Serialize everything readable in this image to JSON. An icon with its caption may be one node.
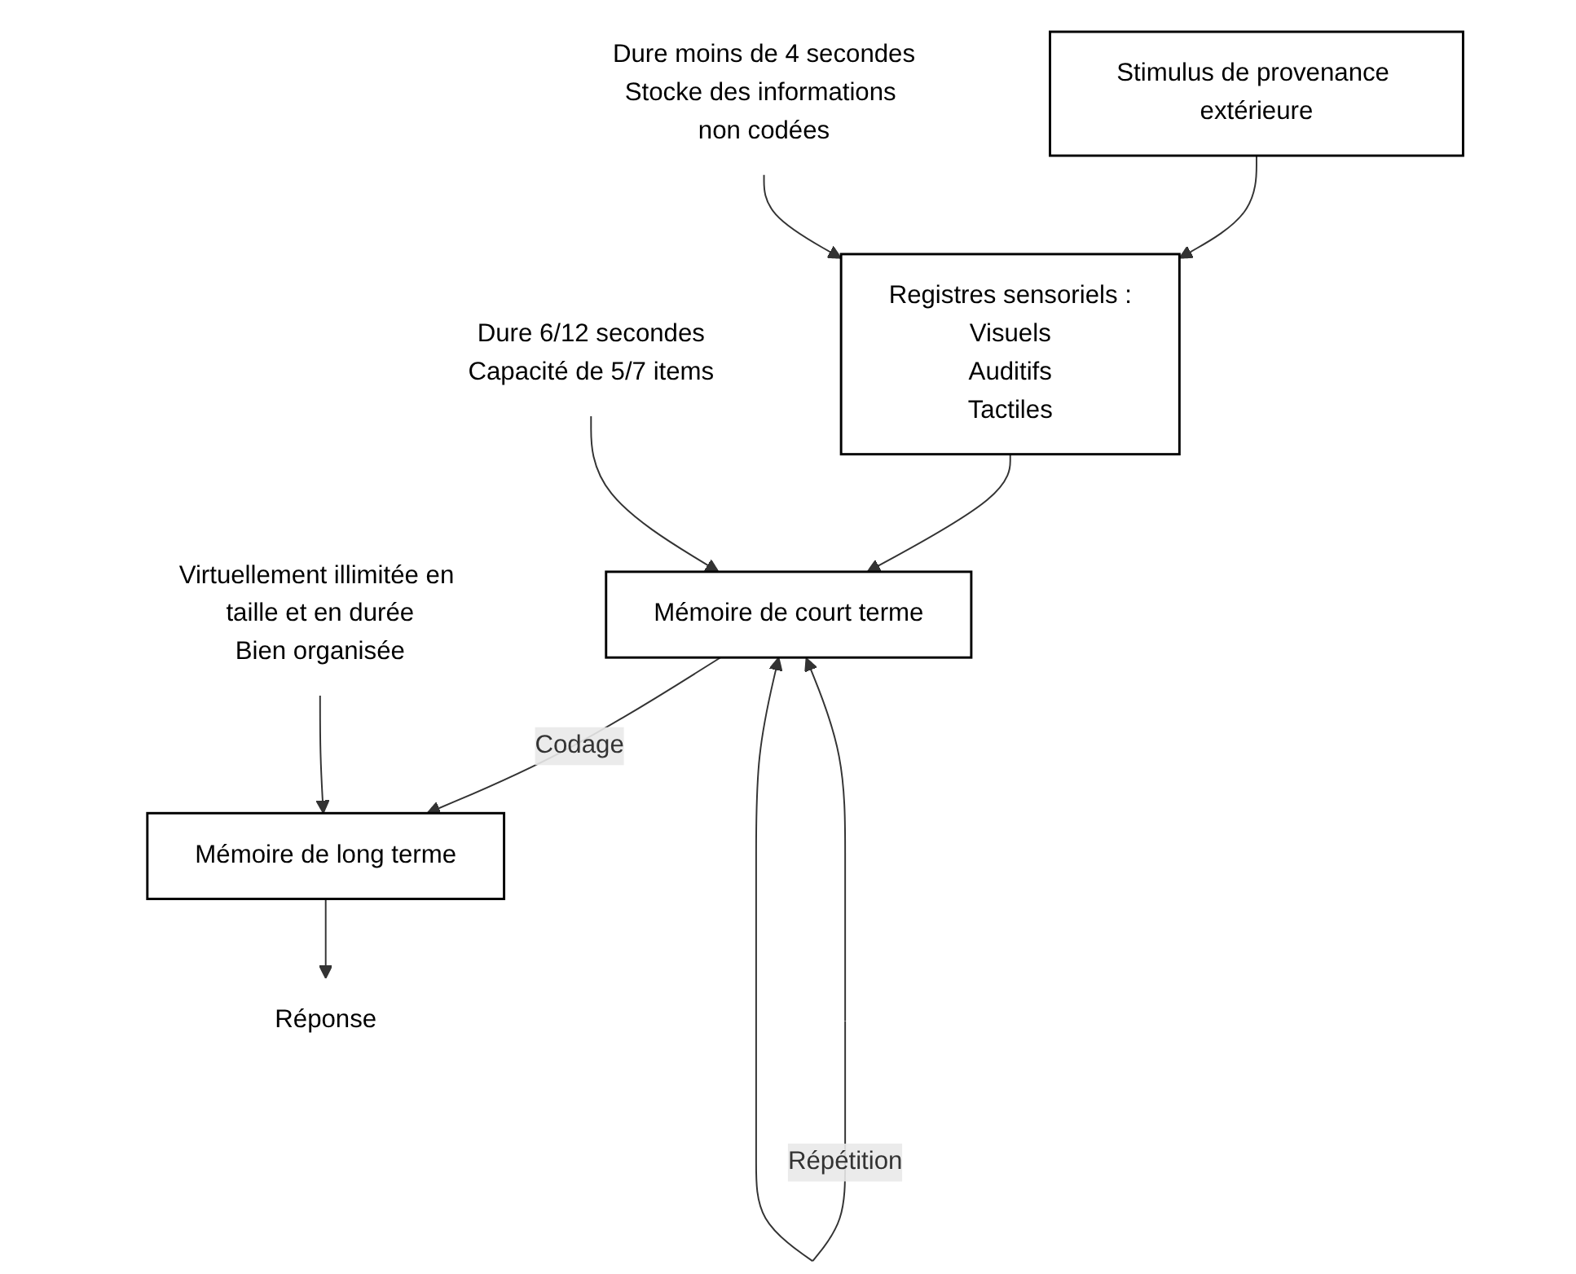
{
  "diagram": {
    "nodes": [
      {
        "text": [
          "Stimulus de provenance extérieure"
        ]
      },
      {
        "text": [
          "Registres sensoriels :",
          "Visuels",
          "Auditifs",
          "Tactiles"
        ]
      },
      {
        "text": [
          "Mémoire de court terme"
        ]
      },
      {
        "text": [
          "Mémoire de long terme"
        ]
      },
      {
        "text": [
          "Réponse"
        ]
      },
      {
        "text": [
          "Dure moins de 4 secondes",
          "Stocke des informations non codées"
        ]
      },
      {
        "text": [
          "Dure 6/12 secondes",
          "Capacité de 5/7 items"
        ]
      },
      {
        "text": [
          "Virtuellement illimitée en taille et en durée",
          "Bien organisée"
        ]
      }
    ],
    "edges": [
      {
        "from": 0,
        "to": 1,
        "arrow": "to"
      },
      {
        "from": 1,
        "to": 2,
        "arrow": "to"
      },
      {
        "from": 2,
        "to": 2,
        "arrow": "both",
        "label": "Répétition"
      },
      {
        "from": 2,
        "to": 3,
        "arrow": "to",
        "label": "Codage"
      },
      {
        "from": 3,
        "to": 4,
        "arrow": "to"
      },
      {
        "from": 5,
        "to": 1,
        "arrow": "to"
      },
      {
        "from": 6,
        "to": 2,
        "arrow": "to"
      },
      {
        "from": 7,
        "to": 3,
        "arrow": "to"
      }
    ]
  }
}
